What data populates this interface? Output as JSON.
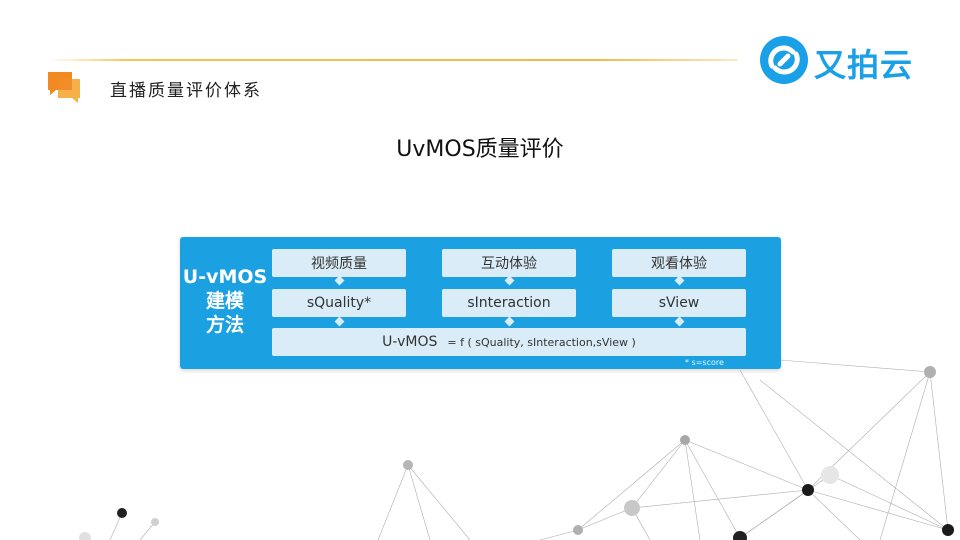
{
  "header": {
    "section_title": "直播质量评价体系",
    "logo_text": "又拍云",
    "accent_color": "#f3b94a",
    "icon": "chat-bubbles-icon"
  },
  "main": {
    "title": "UvMOS质量评价"
  },
  "diagram": {
    "panel_color": "#1ba1e2",
    "method_label": [
      "U-vMOS",
      "建模",
      "方法"
    ],
    "columns": [
      {
        "label": "视频质量",
        "score": "sQuality*"
      },
      {
        "label": "互动体验",
        "score": "sInteraction"
      },
      {
        "label": "观看体验",
        "score": "sView"
      }
    ],
    "formula_main": "U-vMOS",
    "formula_expr": "= f ( sQuality,  sInteraction,sView   )",
    "footnote": "* s=score"
  }
}
